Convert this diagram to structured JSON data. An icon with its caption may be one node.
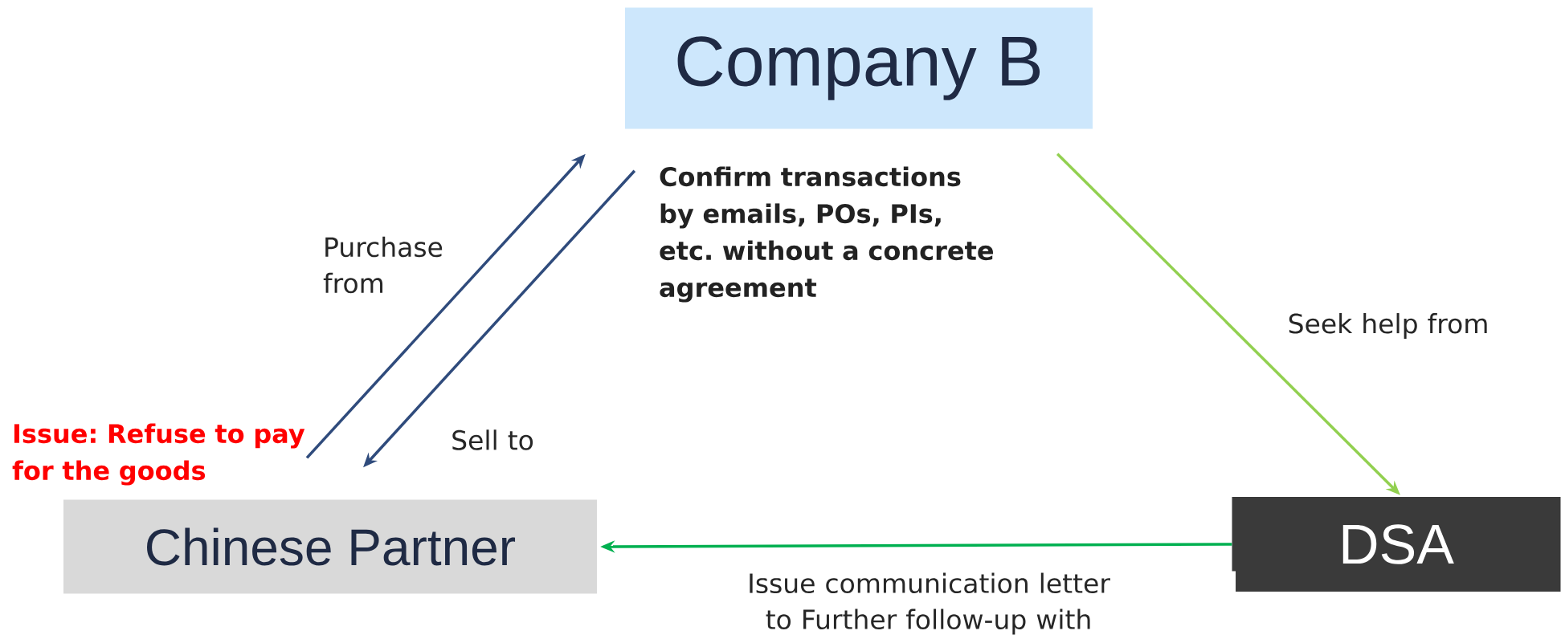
{
  "diagram": {
    "nodes": [
      {
        "text": [
          "Company B"
        ]
      },
      {
        "text": [
          "Chinese Partner"
        ]
      },
      {
        "text": [
          "DSA"
        ]
      }
    ],
    "edges": [
      {
        "from": 1,
        "to": 0,
        "arrow": "to",
        "label": "Purchase from",
        "color": "#2f4b7c"
      },
      {
        "from": 0,
        "to": 1,
        "arrow": "to",
        "label": "Sell to",
        "color": "#2f4b7c"
      },
      {
        "from": 0,
        "to": 2,
        "arrow": "to",
        "label": "Seek help from",
        "color": "#92d050"
      },
      {
        "from": 2,
        "to": 1,
        "arrow": "to",
        "label": "Issue communication letter to Further follow-up with",
        "color": "#00b050"
      }
    ],
    "labels": [
      "Confirm transactions by emails, POs, PIs, etc. without a concrete agreement",
      "Issue: Refuse to pay for the goods"
    ]
  }
}
